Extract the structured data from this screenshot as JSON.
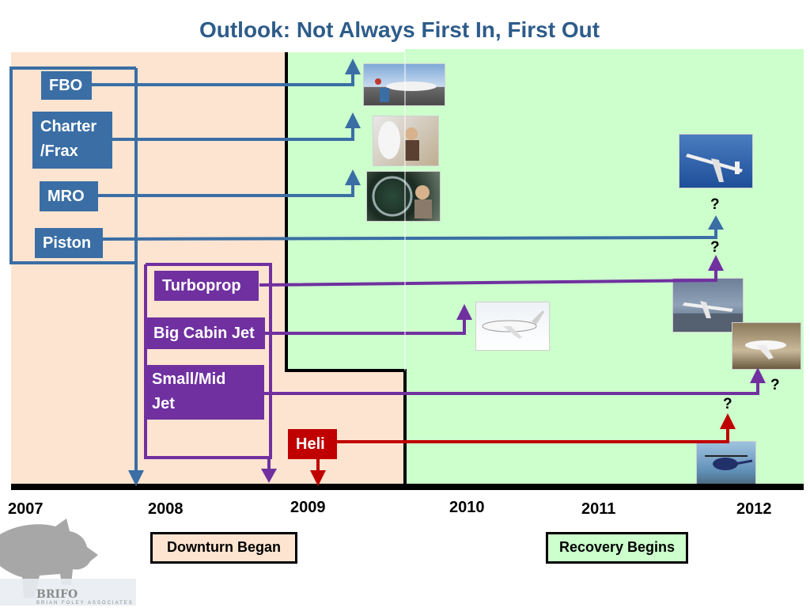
{
  "title": "Outlook:  Not Always First In, First Out",
  "segments": {
    "blue_group": [
      "FBO",
      "Charter\n/Frax",
      "MRO",
      "Piston"
    ],
    "purple_group": [
      "Turboprop",
      "Big Cabin Jet",
      "Small/Mid\nJet"
    ],
    "red_group": [
      "Heli"
    ]
  },
  "labels": {
    "fbo": "FBO",
    "charter_line1": "Charter",
    "charter_line2": "/Frax",
    "mro": "MRO",
    "piston": "Piston",
    "turboprop": "Turboprop",
    "big_cabin": "Big Cabin Jet",
    "small_mid_line1": "Small/Mid",
    "small_mid_line2": "Jet",
    "heli": "Heli"
  },
  "timeline": {
    "years": [
      "2007",
      "2008",
      "2009",
      "2010",
      "2011",
      "2012"
    ],
    "downturn_label": "Downturn Began",
    "recovery_label": "Recovery Begins"
  },
  "question_mark": "?",
  "colors": {
    "blue": "#3a6ea5",
    "purple": "#7030a0",
    "red": "#c00000",
    "downturn_zone": "#fde4d0",
    "recovery_zone": "#ccffcc",
    "title": "#2e5c8a"
  },
  "photos": [
    "fbo-photo",
    "charter-photo",
    "mro-photo",
    "piston-photo",
    "big-cabin-photo",
    "turboprop-photo",
    "small-mid-jet-photo",
    "heli-photo"
  ],
  "brand": {
    "name": "BRIFO",
    "sub": "BRIAN FOLEY ASSOCIATES"
  }
}
